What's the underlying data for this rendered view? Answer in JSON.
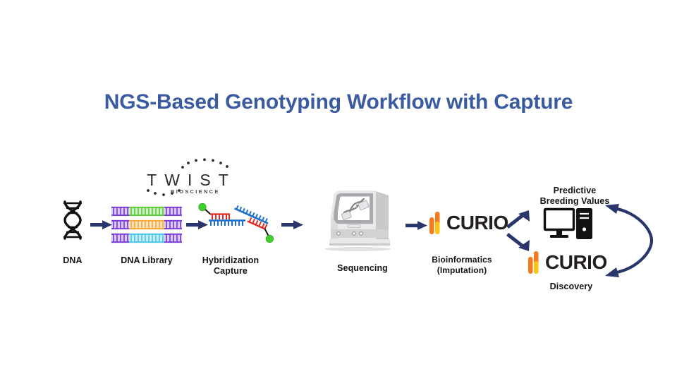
{
  "title": "NGS-Based Genotyping Workflow with Capture",
  "colors": {
    "title": "#3a5ba0",
    "arrow": "#28366b",
    "text": "#141414",
    "adapter_purple": "#7b3fd4",
    "insert_green": "#5ecb3a",
    "insert_orange": "#f5a93c",
    "insert_cyan": "#4ec7e8",
    "probe_blue": "#1f6fd0",
    "probe_red": "#e02b20",
    "biotin_green": "#3fcf2f",
    "curio_orange": "#f47b20",
    "curio_yellow": "#fdc313",
    "curio_dark": "#231f20",
    "machine_gray": "#d9dadb",
    "machine_gray_dark": "#a7a9ac"
  },
  "stages": [
    {
      "id": "dna",
      "label": "DNA",
      "icon": "dna-helix-icon"
    },
    {
      "id": "dna-library",
      "label": "DNA Library",
      "icon": "dna-library-icon"
    },
    {
      "id": "hyb-capture",
      "label_line1": "Hybridization",
      "label_line2": "Capture",
      "icon": "hybridization-capture-icon"
    },
    {
      "id": "sequencing",
      "label": "Sequencing",
      "icon": "sequencer-machine-icon"
    },
    {
      "id": "bioinformatics",
      "label_line1": "Bioinformatics",
      "label_line2": "(Imputation)",
      "icon": "curio-logo-icon"
    },
    {
      "id": "predictive",
      "label_line1": "Predictive",
      "label_line2": "Breeding Values",
      "icon": "desktop-computer-icon"
    },
    {
      "id": "discovery",
      "label": "Discovery",
      "icon": "curio-logo-icon"
    }
  ],
  "logos": {
    "twist": {
      "wordmark": "TWIST",
      "subtitle": "BIOSCIENCE"
    },
    "curio": {
      "wordmark": "CURIO"
    }
  },
  "arrows": [
    {
      "id": "arrow-dna-to-library",
      "type": "straight"
    },
    {
      "id": "arrow-library-to-capture",
      "type": "straight"
    },
    {
      "id": "arrow-capture-to-sequencing",
      "type": "straight"
    },
    {
      "id": "arrow-sequencing-to-bioinformatics",
      "type": "straight"
    },
    {
      "id": "arrow-bioinformatics-to-predictive",
      "type": "diagonal-up"
    },
    {
      "id": "arrow-bioinformatics-to-discovery",
      "type": "diagonal-down"
    },
    {
      "id": "arrow-predictive-discovery-cycle",
      "type": "curved-double"
    }
  ]
}
